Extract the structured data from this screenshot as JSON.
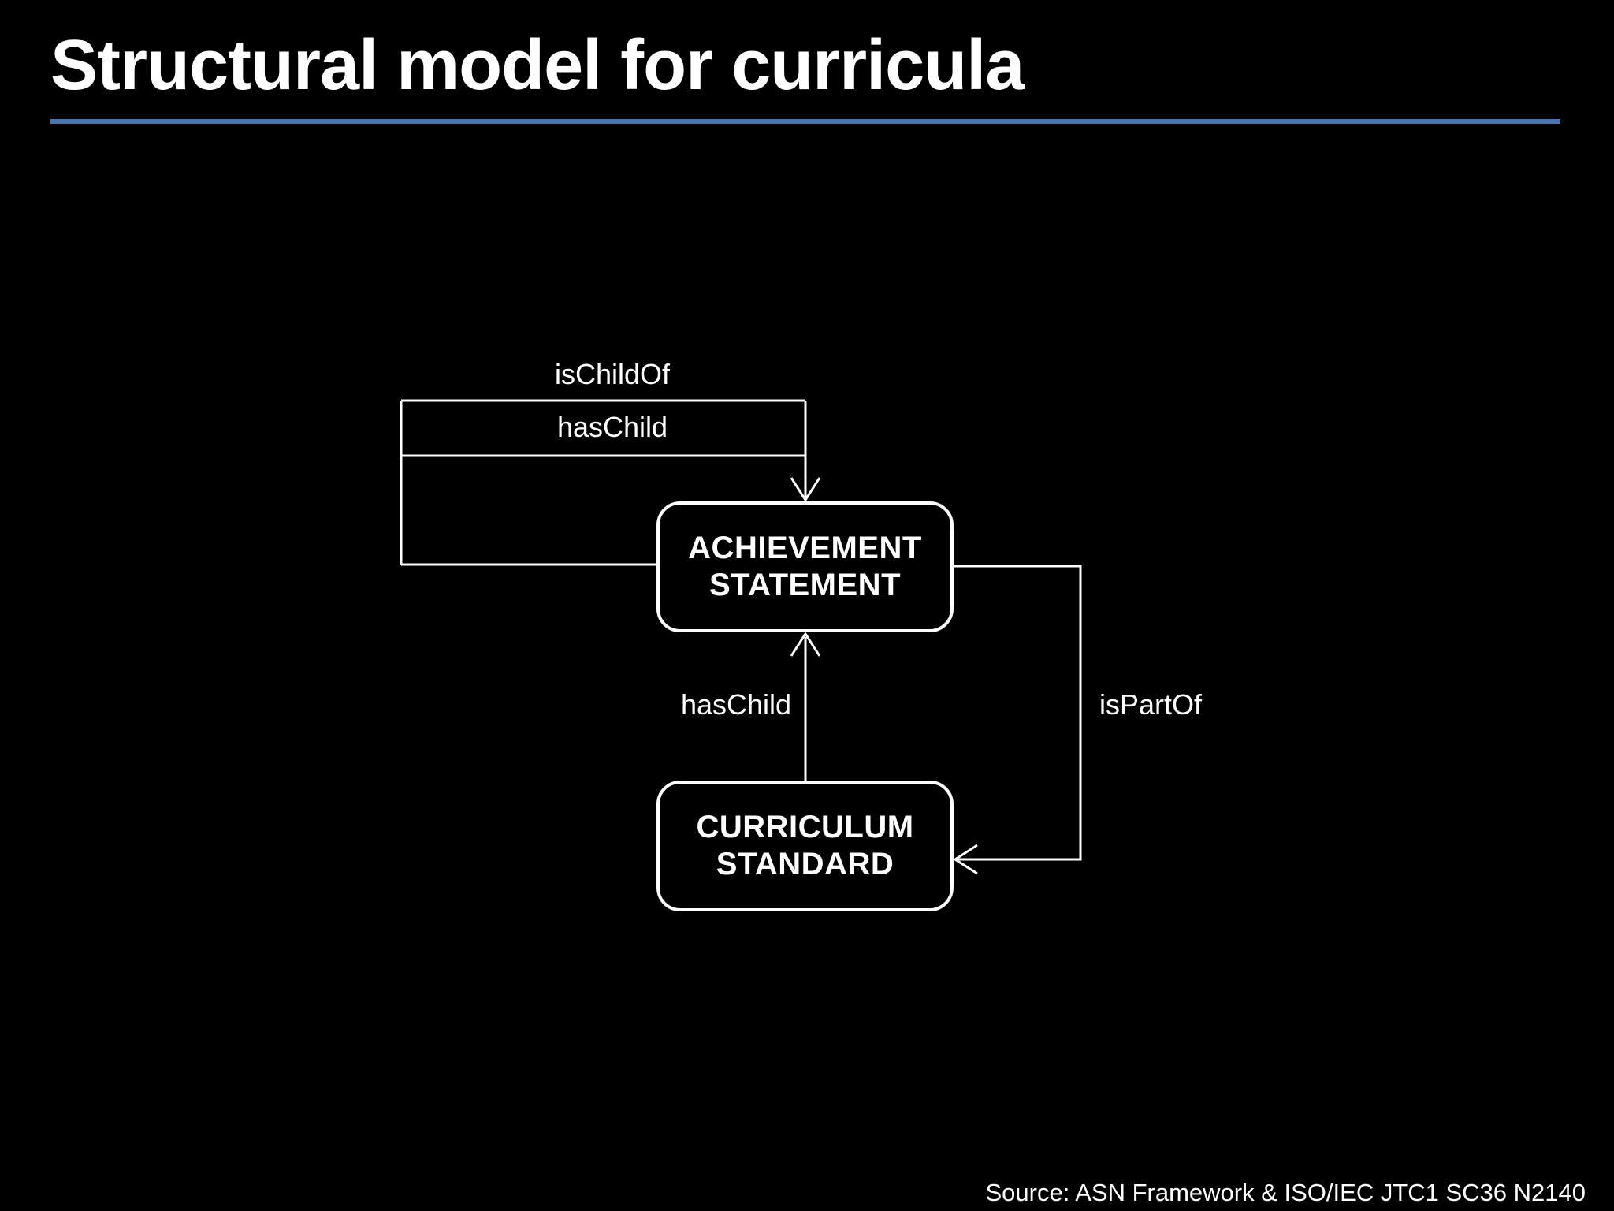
{
  "slide": {
    "title": "Structural model for curricula",
    "source": "Source: ASN Framework & ISO/IEC JTC1 SC36 N2140",
    "background_color": "#000000",
    "accent_color": "#4c75af",
    "line_color": "#ffffff",
    "text_color": "#ffffff"
  },
  "diagram": {
    "type": "entity-relationship-diagram",
    "nodes": [
      {
        "id": "achievement-statement",
        "label": "ACHIEVEMENT STATEMENT",
        "line1": "ACHIEVEMENT",
        "line2": "STATEMENT"
      },
      {
        "id": "curriculum-standard",
        "label": "CURRICULUM STANDARD",
        "line1": "CURRICULUM",
        "line2": "STANDARD"
      }
    ],
    "edges": [
      {
        "label": "isChildOf",
        "from": "achievement-statement",
        "to": "achievement-statement",
        "style": "self-loop"
      },
      {
        "label": "hasChild",
        "from": "achievement-statement",
        "to": "achievement-statement",
        "style": "self-loop"
      },
      {
        "label": "hasChild",
        "from": "curriculum-standard",
        "to": "achievement-statement",
        "style": "straight-up-arrow"
      },
      {
        "label": "isPartOf",
        "from": "achievement-statement",
        "to": "curriculum-standard",
        "style": "right-angle-arrow"
      }
    ]
  }
}
